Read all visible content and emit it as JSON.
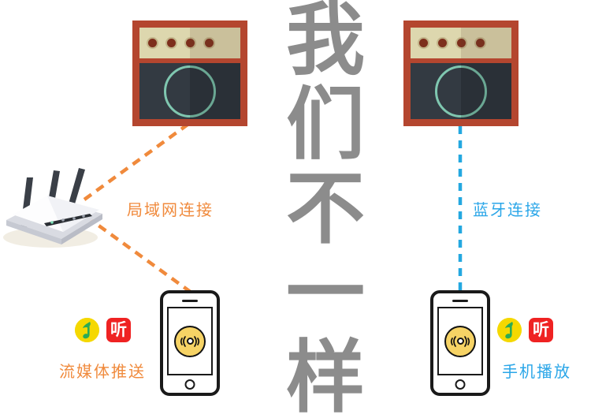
{
  "slogan": {
    "chars": [
      "我",
      "们",
      "不",
      "一",
      "样"
    ],
    "full_text": "我们不一样",
    "color": "#8c8c8c"
  },
  "left_branch": {
    "connection_label": "局域网连接",
    "playback_label": "流媒体推送",
    "color": "#f08a3c",
    "line_style": "dashed",
    "devices": [
      "speaker",
      "router",
      "phone"
    ]
  },
  "right_branch": {
    "connection_label": "蓝牙连接",
    "playback_label": "手机播放",
    "color": "#2aa6e8",
    "line_style": "dashed",
    "devices": [
      "speaker",
      "phone"
    ]
  },
  "speaker": {
    "name": "speaker-amp",
    "body_color": "#b4462f",
    "panel_color": "#ddd7ae",
    "grill_color": "#333a42",
    "cone_color": "#7fc7b0",
    "knob_count": 4,
    "meter_green_color": "#4fae94",
    "meter_red_color": "#a4422b"
  },
  "router": {
    "name": "wifi-router",
    "antenna_count": 3,
    "body_color": "#f2f3f5",
    "antenna_color": "#3a3f47"
  },
  "phone": {
    "name": "smartphone",
    "outline_color": "#1a1a1a",
    "screen_icon": "music-disc-icon",
    "disc_color": "#f6d365"
  },
  "apps": {
    "left": [
      {
        "name": "qq-music-app-icon",
        "label": "",
        "bg": "#f5d800"
      },
      {
        "name": "kugou-ting-app-icon",
        "label": "听",
        "bg": "#ef2222"
      }
    ],
    "right": [
      {
        "name": "qq-music-app-icon",
        "label": "",
        "bg": "#f5d800"
      },
      {
        "name": "kugou-ting-app-icon",
        "label": "听",
        "bg": "#ef2222"
      }
    ]
  }
}
